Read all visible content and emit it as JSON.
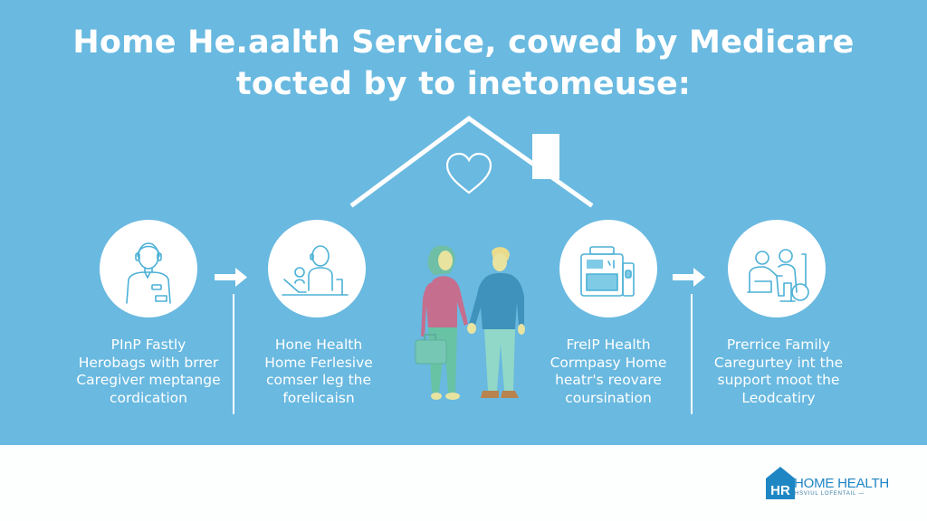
{
  "colors": {
    "banner_background": "#69b9e0",
    "bottom_background": "#fdfefe",
    "icon_stroke": "#4bb0d6",
    "logo_blue": "#1f86c4",
    "white": "#ffffff"
  },
  "title": {
    "line1": "Home He.aalth Service, cowed by Medicare",
    "line2": "tocted by to inetomeuse:"
  },
  "illustration": {
    "roof_icon": "house-roof-with-chimney",
    "center_icon": "heart-outline-icon",
    "center_figure": "couple-holding-hands"
  },
  "steps": [
    {
      "icon": "caregiver-with-headset-icon",
      "caption": [
        "PInP Fastly",
        "Herobags with brrer",
        "Caregiver meptange",
        "cordication"
      ]
    },
    {
      "icon": "caregiver-at-desk-icon",
      "caption": [
        "Hone Health",
        "Home Ferlesive",
        "comser leg the",
        "forelicaisn"
      ]
    },
    {
      "icon": "medical-equipment-icon",
      "caption": [
        "FreIP Health",
        "Cormpasy Home",
        "heatr's reovare",
        "coursination"
      ]
    },
    {
      "icon": "patient-wheelchair-care-icon",
      "caption": [
        "Prerrice Family",
        "Caregurtey int the",
        "support moot the",
        "Leodcatiry"
      ]
    }
  ],
  "logo": {
    "mark": "HR",
    "name": "HOME HEALTH",
    "tagline": "HSVIUL LOFENTAIL —"
  }
}
